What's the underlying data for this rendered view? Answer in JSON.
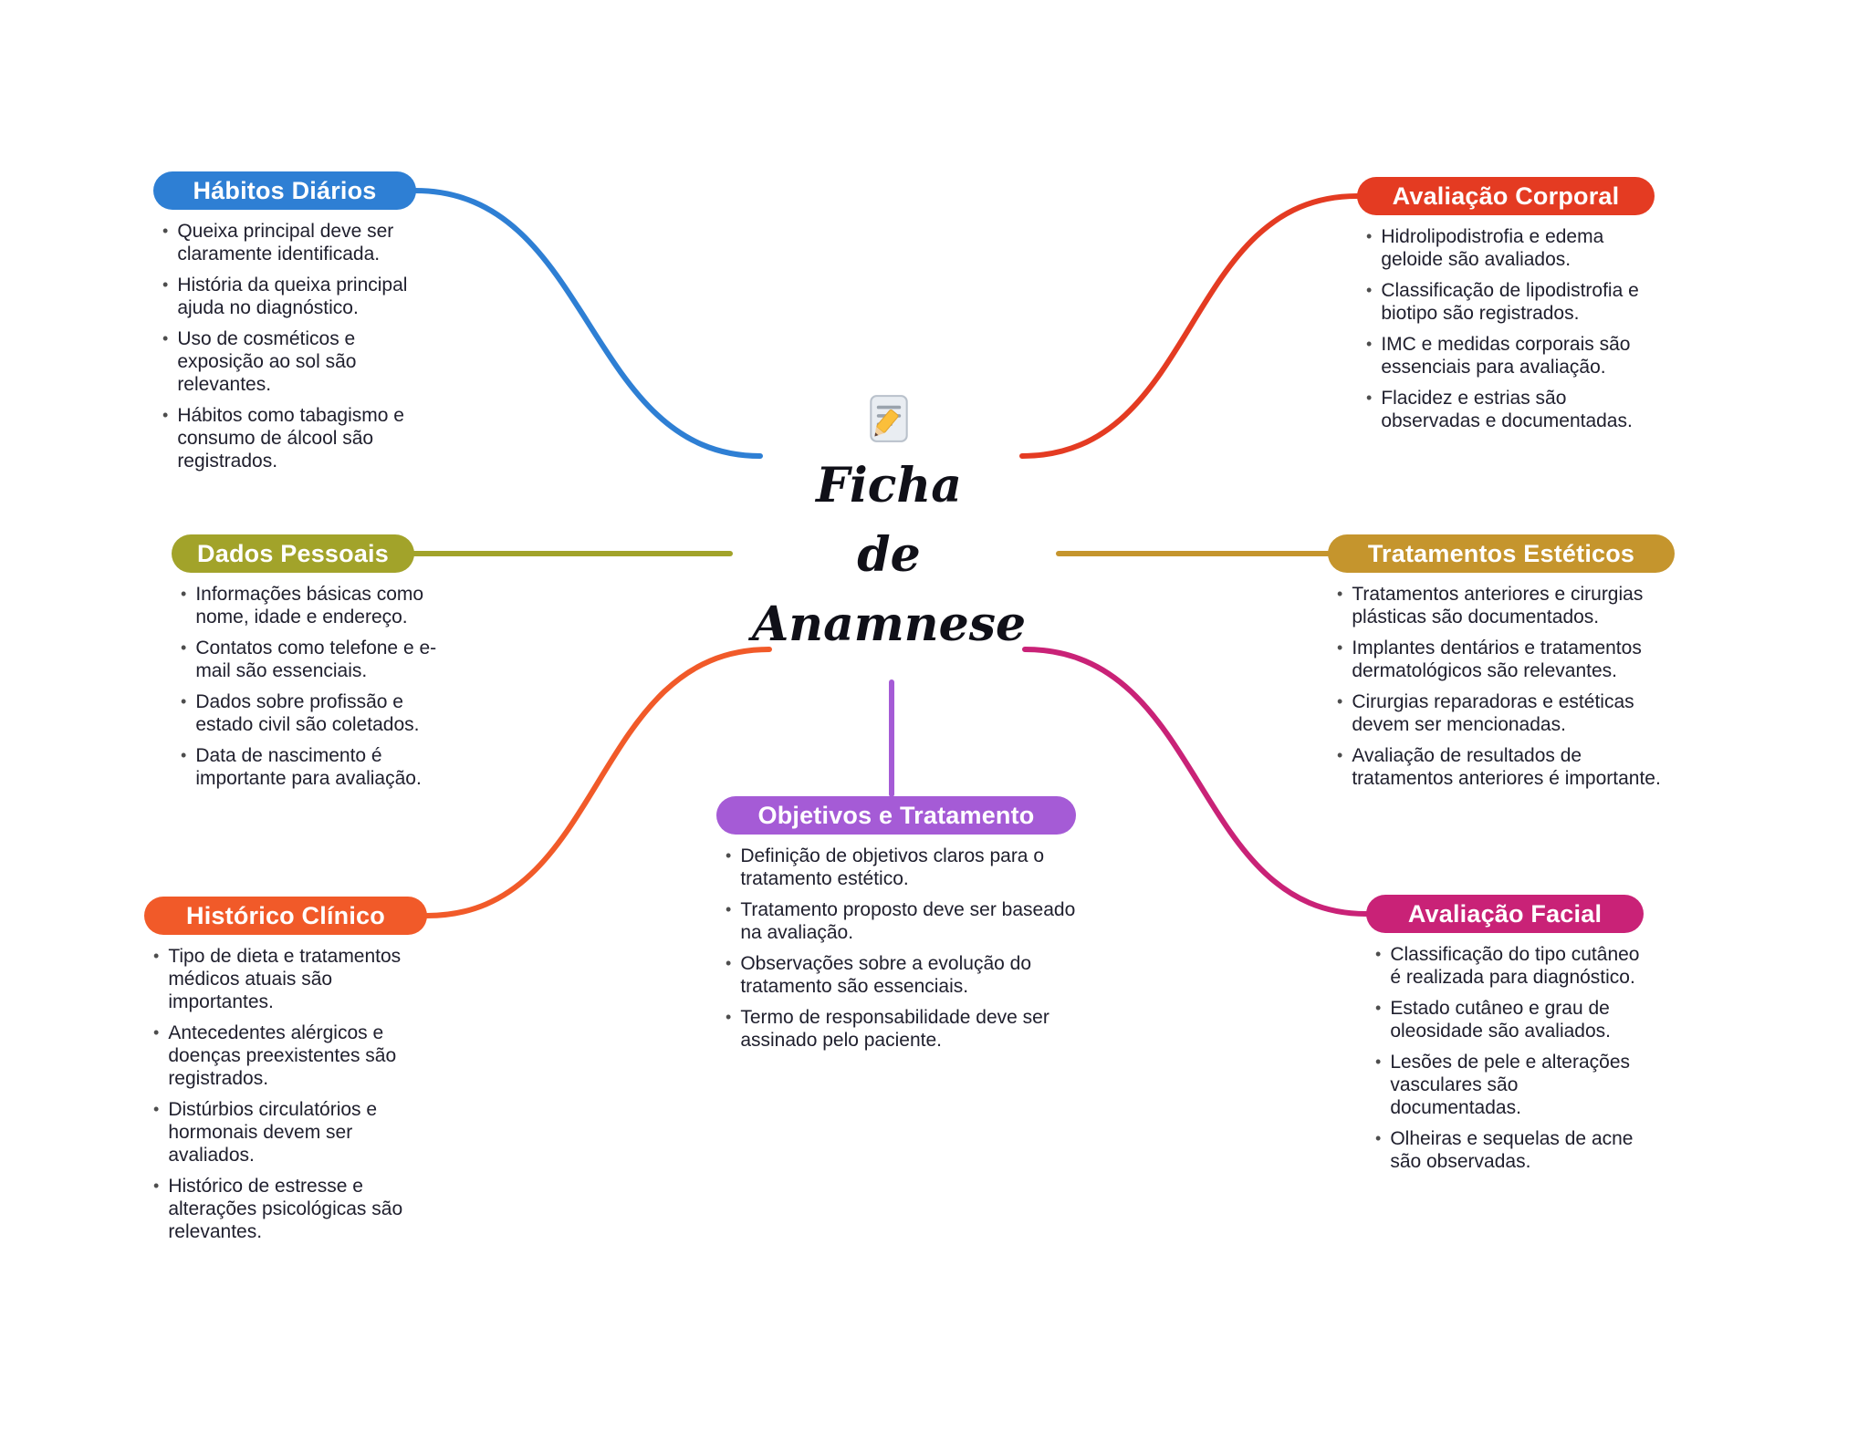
{
  "center": {
    "icon": "memo-pencil-icon",
    "title_line_1": "Ficha",
    "title_line_2": "de",
    "title_line_3": "Anamnese"
  },
  "nodes": [
    {
      "id": "habitos-diarios",
      "label": "Hábitos Diários",
      "color": "#2e7fd4",
      "items": [
        "Queixa principal deve ser claramente identificada.",
        "História da queixa principal ajuda no diagnóstico.",
        "Uso de cosméticos e exposição ao sol são relevantes.",
        "Hábitos como tabagismo e consumo de álcool são registrados."
      ]
    },
    {
      "id": "dados-pessoais",
      "label": "Dados Pessoais",
      "color": "#a2a32a",
      "items": [
        "Informações básicas como nome, idade e endereço.",
        "Contatos como telefone e e-mail são essenciais.",
        "Dados sobre profissão e estado civil são coletados.",
        "Data de nascimento é importante para avaliação."
      ]
    },
    {
      "id": "historico-clinico",
      "label": "Histórico Clínico",
      "color": "#f15a29",
      "items": [
        "Tipo de dieta e tratamentos médicos atuais são importantes.",
        "Antecedentes alérgicos e doenças preexistentes são registrados.",
        "Distúrbios circulatórios e hormonais devem ser avaliados.",
        "Histórico de estresse e alterações psicológicas são relevantes."
      ]
    },
    {
      "id": "avaliacao-corporal",
      "label": "Avaliação Corporal",
      "color": "#e43b22",
      "items": [
        "Hidrolipodistrofia e edema geloide são avaliados.",
        "Classificação de lipodistrofia e biotipo são registrados.",
        "IMC e medidas corporais são essenciais para avaliação.",
        "Flacidez e estrias são observadas e documentadas."
      ]
    },
    {
      "id": "tratamentos-esteticos",
      "label": "Tratamentos Estéticos",
      "color": "#c5952d",
      "items": [
        "Tratamentos anteriores e cirurgias plásticas são documentados.",
        "Implantes dentários e tratamentos dermatológicos são relevantes.",
        "Cirurgias reparadoras e estéticas devem ser mencionadas.",
        "Avaliação de resultados de tratamentos anteriores é importante."
      ]
    },
    {
      "id": "avaliacao-facial",
      "label": "Avaliação Facial",
      "color": "#c92277",
      "items": [
        "Classificação do tipo cutâneo é realizada para diagnóstico.",
        "Estado cutâneo e grau de oleosidade são avaliados.",
        "Lesões de pele e alterações vasculares são documentadas.",
        "Olheiras e sequelas de acne são observadas."
      ]
    },
    {
      "id": "objetivos-tratamento",
      "label": "Objetivos e Tratamento",
      "color": "#a55bd6",
      "items": [
        "Definição de objetivos claros para o tratamento estético.",
        "Tratamento proposto deve ser baseado na avaliação.",
        "Observações sobre a evolução do tratamento são essenciais.",
        "Termo de responsabilidade deve ser assinado pelo paciente."
      ]
    }
  ]
}
